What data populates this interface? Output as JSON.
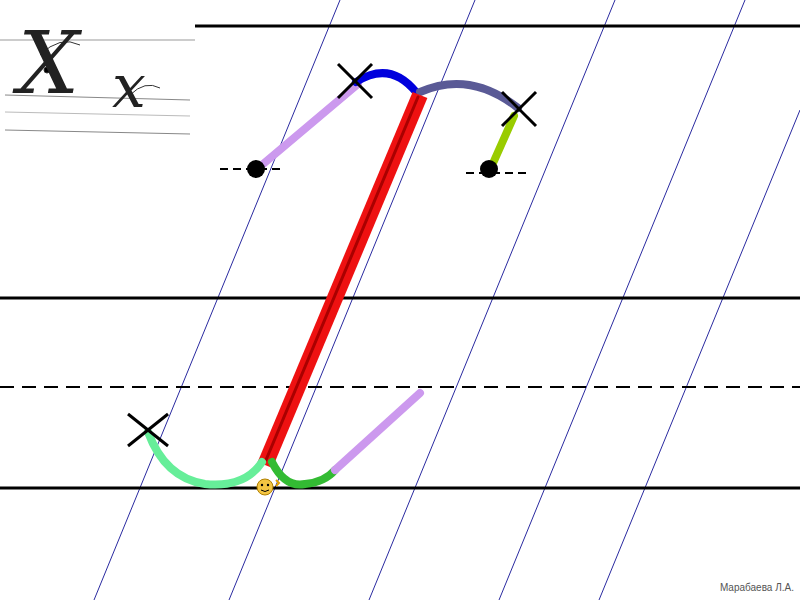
{
  "diagram": {
    "labels": [
      "Х",
      "х",
      "Марабаева Л.А."
    ]
  }
}
